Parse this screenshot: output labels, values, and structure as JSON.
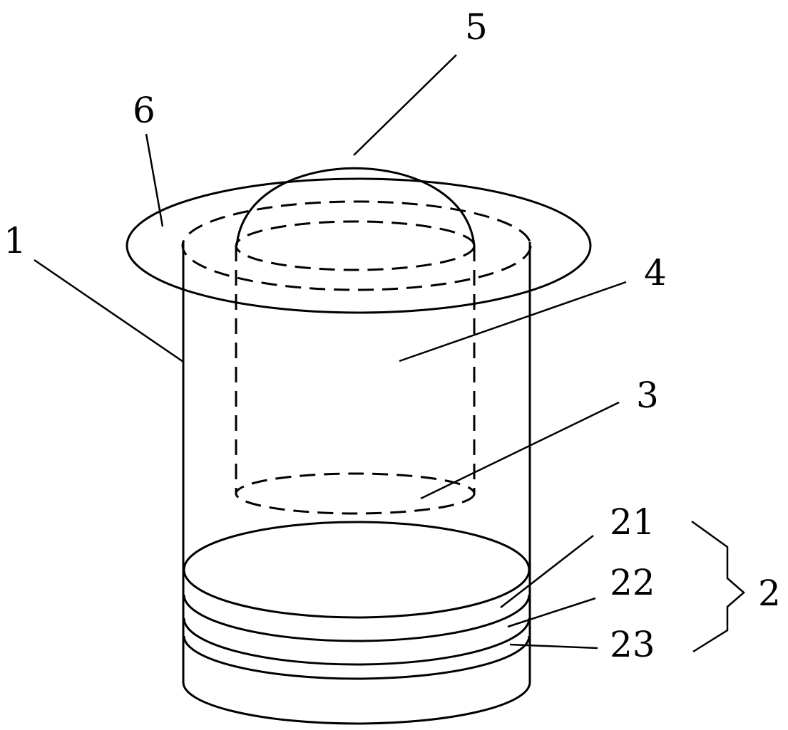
{
  "diagram": {
    "labels": {
      "outer_cylinder": "1",
      "layer_stack": "2",
      "inner_bottom": "3",
      "inner_cylinder": "4",
      "dome_cap": "5",
      "flange_ring": "6",
      "layer_top": "21",
      "layer_middle": "22",
      "layer_bottom": "23"
    }
  }
}
